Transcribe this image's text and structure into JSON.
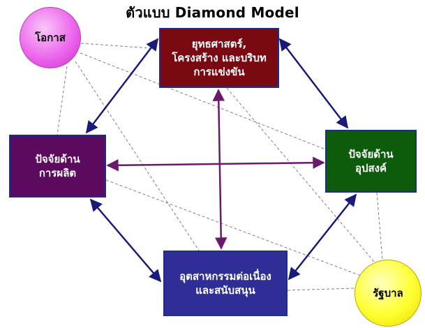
{
  "title": "ตัวแบบ Diamond Model",
  "nodes": {
    "strategy": "ยุทธศาสตร์,\nโครงสร้าง และบริบท\nการแข่งขัน",
    "factor": "ปัจจัยด้าน\nการผลิต",
    "demand": "ปัจจัยด้าน\nอุปสงค์",
    "related": "อุตสาหกรรมต่อเนื่อง\nและสนับสนุน",
    "chance": "โอกาส",
    "government": "รัฐบาล"
  },
  "colors": {
    "strategy_fill": "#7a0a12",
    "factor_fill": "#5b0a5e",
    "demand_fill": "#0c5c0c",
    "related_fill": "#2e2e96",
    "chance_fill": "#ee66ee",
    "government_fill": "#ffff30",
    "arrow_blue": "#1a1a7a",
    "arrow_purple": "#6a1a6a",
    "dashed": "#808080"
  }
}
